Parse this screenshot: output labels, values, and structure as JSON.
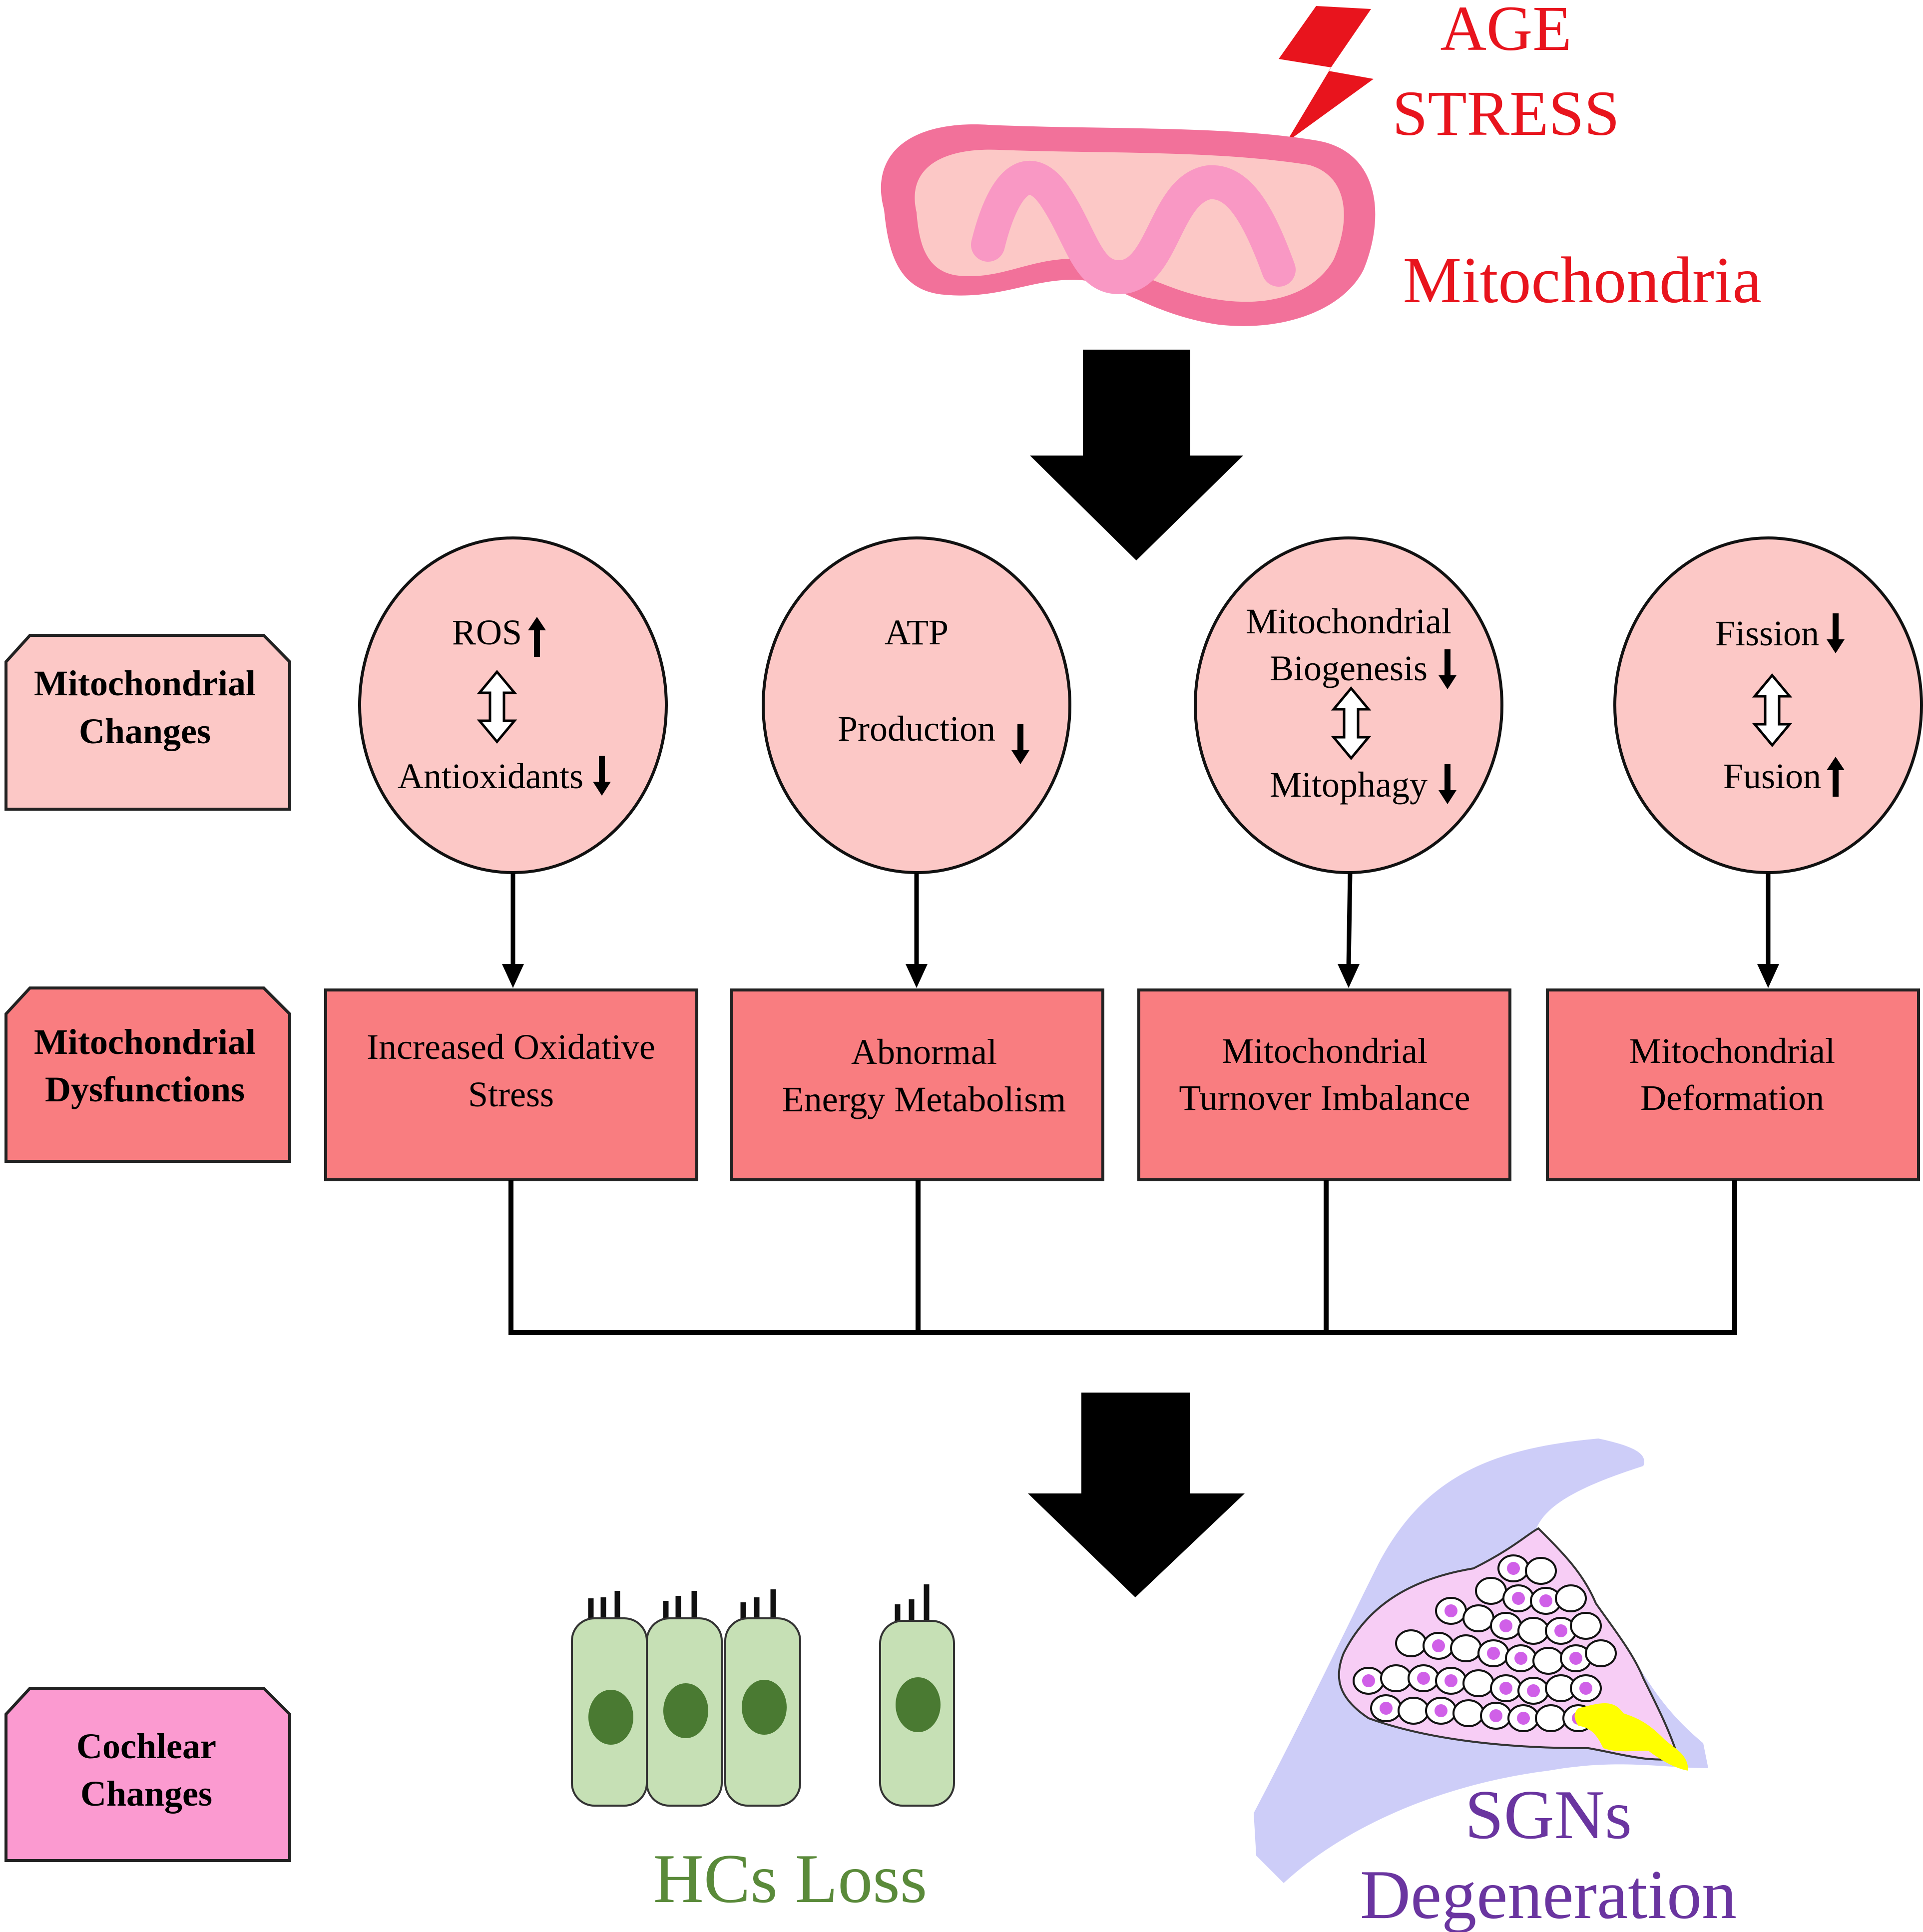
{
  "header": {
    "age_line": "AGE",
    "stress_line": "STRESS",
    "organelle": "Mitochondria"
  },
  "row_labels": {
    "changes": [
      "Mitochondrial",
      "Changes"
    ],
    "dysfunctions": [
      "Mitochondrial",
      "Dysfunctions"
    ],
    "cochlear": [
      "Cochlear",
      "Changes"
    ]
  },
  "changes": {
    "ros": {
      "top": "ROS",
      "top_dir": "up",
      "bottom": "Antioxidants",
      "bottom_dir": "down"
    },
    "atp": {
      "line1": "ATP",
      "line2": "Production",
      "dir": "down"
    },
    "turnover": {
      "line1": "Mitochondrial",
      "line2": "Biogenesis",
      "line2_dir": "down",
      "bottom": "Mitophagy",
      "bottom_dir": "down"
    },
    "dynamics": {
      "top": "Fission",
      "top_dir": "down",
      "bottom": "Fusion",
      "bottom_dir": "up"
    }
  },
  "dysfunctions": [
    [
      "Increased Oxidative",
      "Stress"
    ],
    [
      "Abnormal",
      "Energy Metabolism"
    ],
    [
      "Mitochondrial",
      "Turnover Imbalance"
    ],
    [
      "Mitochondrial",
      "Deformation"
    ]
  ],
  "outcomes": {
    "hc": "HCs Loss",
    "sgn": [
      "SGNs",
      "Degeneration"
    ]
  },
  "colors": {
    "red_text": "#e8141d",
    "pink_light": "#fcc8c6",
    "pink_mito_outer": "#f2719a",
    "pink_mito_inner": "#f998c4",
    "dysfunction_red": "#f97d80",
    "cochlear_pink": "#fb9ad0",
    "hc_green_text": "#5a8a3a",
    "hc_cell": "#c6e0b5",
    "hc_nucleus": "#4a7a32",
    "sgn_purple_text": "#6a35a0",
    "bone_lavender": "#cdcdf8",
    "ganglion_pink": "#f7cdf5",
    "sgn_nucleus": "#d060e8",
    "nerve_yellow": "#ffff00"
  }
}
